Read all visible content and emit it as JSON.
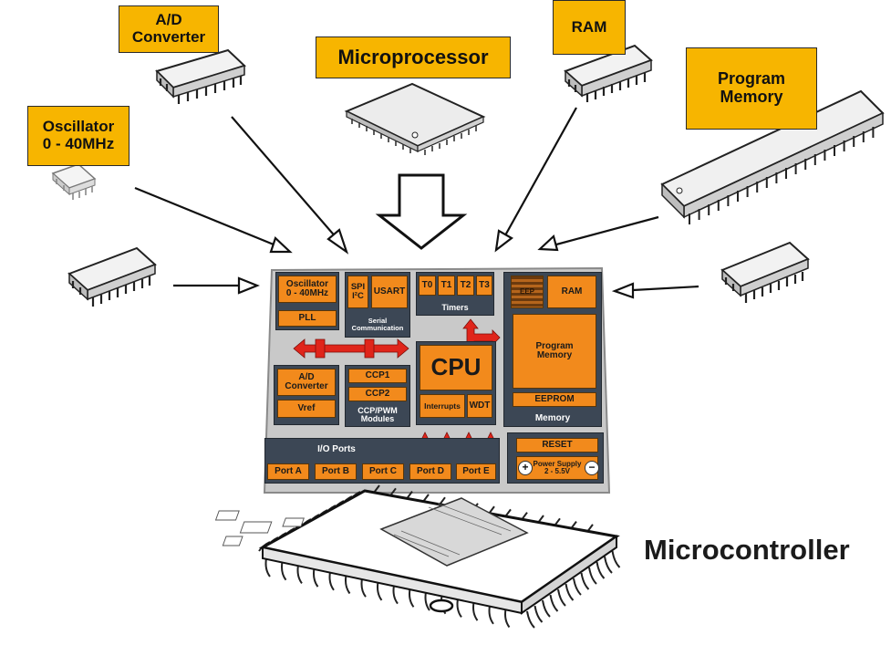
{
  "labels": {
    "ad_converter": "A/D\nConverter",
    "microprocessor": "Microprocessor",
    "ram": "RAM",
    "program_memory": "Program\nMemory",
    "oscillator": "Oscillator\n0 - 40MHz"
  },
  "block": {
    "oscillator": "Oscillator\n0 - 40MHz",
    "pll": "PLL",
    "spi": "SPI\nI²C",
    "usart": "USART",
    "serial": "Serial\nCommunication",
    "t0": "T0",
    "t1": "T1",
    "t2": "T2",
    "t3": "T3",
    "timers": "Timers",
    "eeprom_small": "EEP",
    "ram": "RAM",
    "program_memory": "Program\nMemory",
    "eeprom": "EEPROM",
    "memory": "Memory",
    "cpu": "CPU",
    "interrupts": "Interrupts",
    "wdt": "WDT",
    "ad": "A/D\nConverter",
    "vref": "Vref",
    "ccp1": "CCP1",
    "ccp2": "CCP2",
    "ccp_modules": "CCP/PWM\nModules",
    "io_ports": "I/O Ports",
    "port_a": "Port A",
    "port_b": "Port B",
    "port_c": "Port C",
    "port_d": "Port D",
    "port_e": "Port E",
    "reset": "RESET",
    "plus": "+",
    "minus": "−",
    "power_supply": "Power Supply\n2 - 5.5V"
  },
  "title": "Microcontroller",
  "colors": {
    "label_bg": "#f7b500",
    "block_orange": "#f28a1c",
    "block_dark": "#3c4755",
    "panel": "#c9c9c9",
    "arrow_red": "#e0251b"
  }
}
